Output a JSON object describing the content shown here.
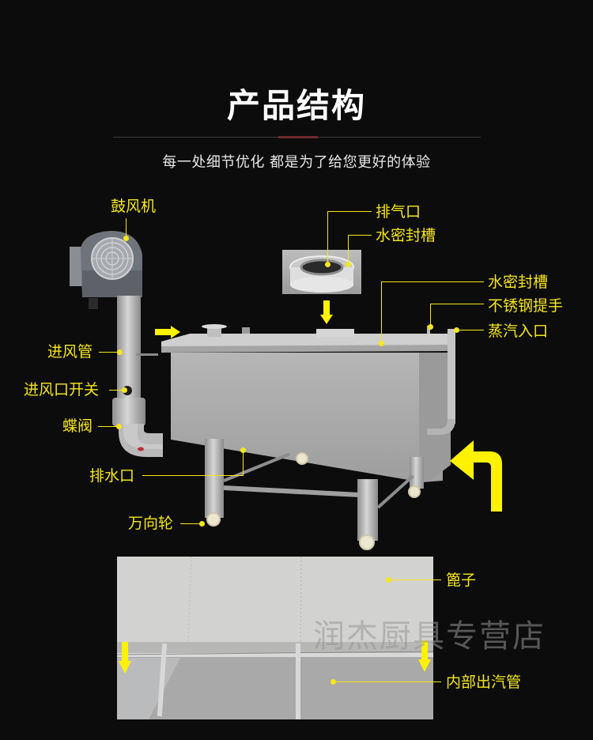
{
  "header": {
    "title": "产品结构",
    "subtitle": "每一处细节优化 都是为了给您更好的体验"
  },
  "labels": {
    "blower": "鼓风机",
    "intake_pipe": "进风管",
    "intake_switch": "进风口开关",
    "butterfly_valve": "蝶阀",
    "exhaust_port": "排气口",
    "water_seal_slot_top": "水密封槽",
    "water_seal_slot": "水密封槽",
    "ss_handle": "不锈钢提手",
    "steam_inlet": "蒸汽入口",
    "drain_port": "排水口",
    "casters": "万向轮",
    "steamer_tray": "篦子",
    "inner_steam_pipe": "内部出汽管"
  },
  "watermark": "润杰厨具专营店",
  "colors": {
    "background": "#0c0c0c",
    "label_yellow": "#f5e61e",
    "arrow_yellow": "#fff200",
    "divider": "#3a3a3a",
    "divider_accent": "#6e2a2e"
  },
  "icons": {
    "arrow_right": "arrow-right-icon",
    "arrow_down": "arrow-down-icon",
    "arrow_turn_left": "arrow-turn-left-icon"
  }
}
